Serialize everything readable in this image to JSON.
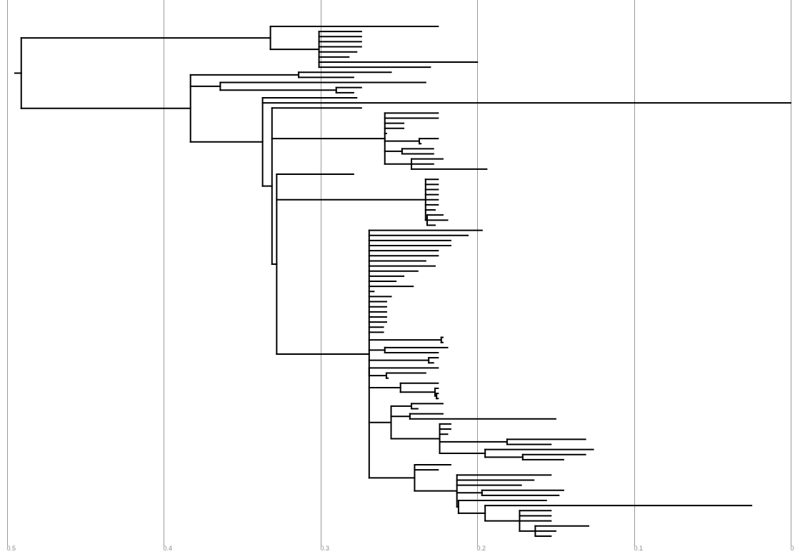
{
  "chart_data": {
    "type": "dendrogram",
    "orientation": "horizontal, root on left, leaves to the right",
    "title": "",
    "xlabel": "",
    "ylabel": "",
    "xlim": [
      0.5,
      0
    ],
    "grid": true,
    "ticks": [
      {
        "value": 0.5,
        "label": "0.5"
      },
      {
        "value": 0.4,
        "label": "0.4"
      },
      {
        "value": 0.3,
        "label": "0.3"
      },
      {
        "value": 0.2,
        "label": "0.2"
      },
      {
        "value": 0.1,
        "label": "0.1"
      },
      {
        "value": 0.0,
        "label": "0"
      }
    ],
    "root_edge": 0.495,
    "tree": {
      "h": 0.491,
      "c": [
        {
          "h": 0.332,
          "c": [
            0.225,
            {
              "h": 0.301,
              "c": [
                0.274,
                0.274,
                0.274,
                0.274,
                0.277,
                0.282,
                0.2,
                0.23
              ]
            }
          ]
        },
        {
          "h": 0.383,
          "c": [
            {
              "h": 0.314,
              "c": [
                0.255,
                0.279
              ]
            },
            {
              "h": 0.364,
              "c": [
                0.233,
                {
                  "h": 0.29,
                  "c": [
                    0.274,
                    0.279
                  ]
                }
              ]
            },
            {
              "h": 0.337,
              "c": [
                0.277,
                0.0,
                {
                  "h": 0.331,
                  "c": [
                    0.274,
                    {
                      "h": 0.259,
                      "c": [
                        0.225,
                        0.225,
                        0.247,
                        0.247,
                        0.258,
                        {
                          "h": 0.237,
                          "c": [
                            0.225,
                            0.236
                          ]
                        },
                        {
                          "h": 0.248,
                          "c": [
                            0.228,
                            0.228
                          ]
                        },
                        {
                          "h": 0.242,
                          "c": [
                            0.222,
                            0.228,
                            0.194
                          ]
                        }
                      ]
                    },
                    {
                      "h": 0.328,
                      "c": [
                        0.279,
                        {
                          "h": 0.233,
                          "c": [
                            0.225,
                            0.225,
                            0.225,
                            0.225,
                            0.225,
                            0.225,
                            0.227,
                            {
                              "h": 0.232,
                              "c": [
                                0.222,
                                0.219,
                                0.227
                              ]
                            }
                          ]
                        },
                        {
                          "h": 0.269,
                          "c": [
                            0.197,
                            0.206,
                            0.217,
                            0.217,
                            0.225,
                            0.225,
                            0.233,
                            0.227,
                            0.238,
                            0.247,
                            0.252,
                            0.241,
                            0.266,
                            0.255,
                            0.258,
                            0.258,
                            0.258,
                            0.258,
                            0.258,
                            0.26,
                            0.26,
                            {
                              "h": 0.223,
                              "c": [
                                0.222,
                                0.222
                              ]
                            },
                            {
                              "h": 0.259,
                              "c": [
                                0.219,
                                0.225
                              ]
                            },
                            {
                              "h": 0.231,
                              "c": [
                                0.225,
                                0.228
                              ]
                            },
                            {
                              "h": 0.269,
                              "c": [
                                0.225,
                                {
                                  "h": 0.258,
                                  "c": [
                                    0.233,
                                    0.257
                                  ]
                                }
                              ]
                            },
                            {
                              "h": 0.249,
                              "c": [
                                0.225,
                                {
                                  "h": 0.227,
                                  "c": [
                                    0.225,
                                    {
                                      "h": 0.226,
                                      "c": [
                                        0.225,
                                        0.225
                                      ]
                                    }
                                  ]
                                }
                              ]
                            },
                            {
                              "h": 0.255,
                              "c": [
                                {
                                  "h": 0.242,
                                  "c": [
                                    0.222,
                                    0.238
                                  ]
                                },
                                {
                                  "h": 0.243,
                                  "c": [
                                    0.222,
                                    0.15
                                  ]
                                },
                                {
                                  "h": 0.224,
                                  "c": [
                                    0.217,
                                    0.217,
                                    0.219,
                                    {
                                      "h": 0.181,
                                      "c": [
                                        0.131,
                                        0.153
                                      ]
                                    },
                                    {
                                      "h": 0.195,
                                      "c": [
                                        0.126,
                                        {
                                          "h": 0.171,
                                          "c": [
                                            0.131,
                                            0.145
                                          ]
                                        }
                                      ]
                                    }
                                  ]
                                }
                              ]
                            },
                            {
                              "h": 0.24,
                              "c": [
                                0.217,
                                0.225,
                                {
                                  "h": 0.213,
                                  "c": [
                                    0.153,
                                    0.164,
                                    0.172,
                                    {
                                      "h": 0.197,
                                      "c": [
                                        0.145,
                                        0.148
                                      ]
                                    },
                                    {
                                      "h": 0.212,
                                      "c": [
                                        0.156,
                                        {
                                          "h": 0.195,
                                          "c": [
                                            0.025,
                                            {
                                              "h": 0.173,
                                              "c": [
                                                0.153,
                                                0.153,
                                                0.153,
                                                {
                                                  "h": 0.163,
                                                  "c": [
                                                    0.129,
                                                    0.15,
                                                    0.153
                                                  ]
                                                }
                                              ]
                                            }
                                          ]
                                        }
                                      ]
                                    }
                                  ]
                                }
                              ]
                            }
                          ]
                        }
                      ]
                    }
                  ]
                }
              ]
            }
          ]
        }
      ]
    }
  },
  "colors": {
    "branch": "#000000",
    "grid": "#9a9a9a",
    "tick_label": "#8a8a8a"
  }
}
